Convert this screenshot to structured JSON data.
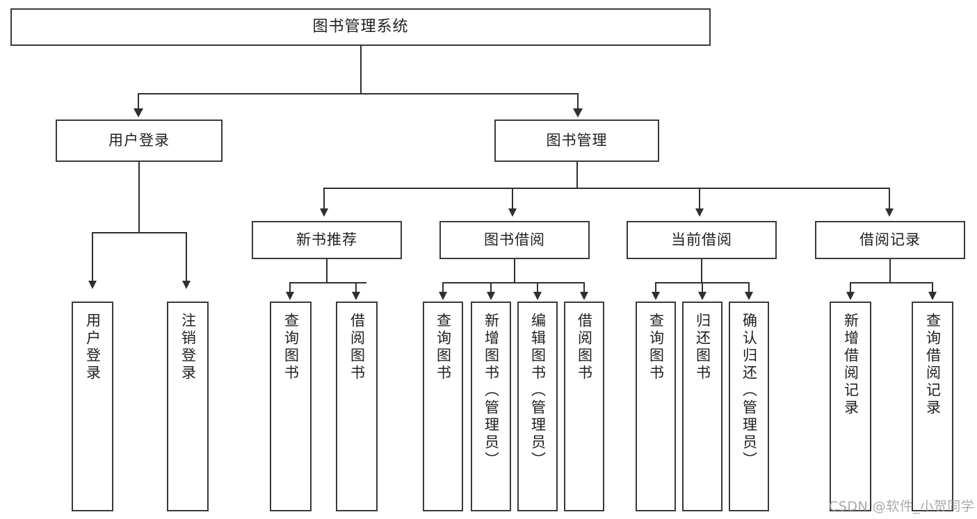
{
  "diagram": {
    "title": "图书管理系统",
    "type": "hierarchy-tree",
    "watermark": "CSDN @软件_小贺同学",
    "colors": {
      "box_border": "#3a3a3a",
      "connector": "#2f2f2f",
      "background": "#ffffff",
      "text": "#202020",
      "watermark": "#9b9b9b"
    },
    "root": {
      "label": "图书管理系统"
    },
    "level2": [
      {
        "label": "用户登录"
      },
      {
        "label": "图书管理"
      }
    ],
    "level3": [
      {
        "label": "新书推荐"
      },
      {
        "label": "图书借阅"
      },
      {
        "label": "当前借阅"
      },
      {
        "label": "借阅记录"
      }
    ],
    "leaves": {
      "user_login": [
        {
          "label": "用户登录"
        },
        {
          "label": "注销登录"
        }
      ],
      "new_book_recommend": [
        {
          "label": "查询图书"
        },
        {
          "label": "借阅图书"
        }
      ],
      "book_borrow": [
        {
          "label": "查询图书"
        },
        {
          "label": "新增图书（管理员）"
        },
        {
          "label": "编辑图书（管理员）"
        },
        {
          "label": "借阅图书"
        }
      ],
      "current_borrow": [
        {
          "label": "查询图书"
        },
        {
          "label": "归还图书"
        },
        {
          "label": "确认归还（管理员）"
        }
      ],
      "borrow_record": [
        {
          "label": "新增借阅记录"
        },
        {
          "label": "查询借阅记录"
        }
      ]
    }
  }
}
